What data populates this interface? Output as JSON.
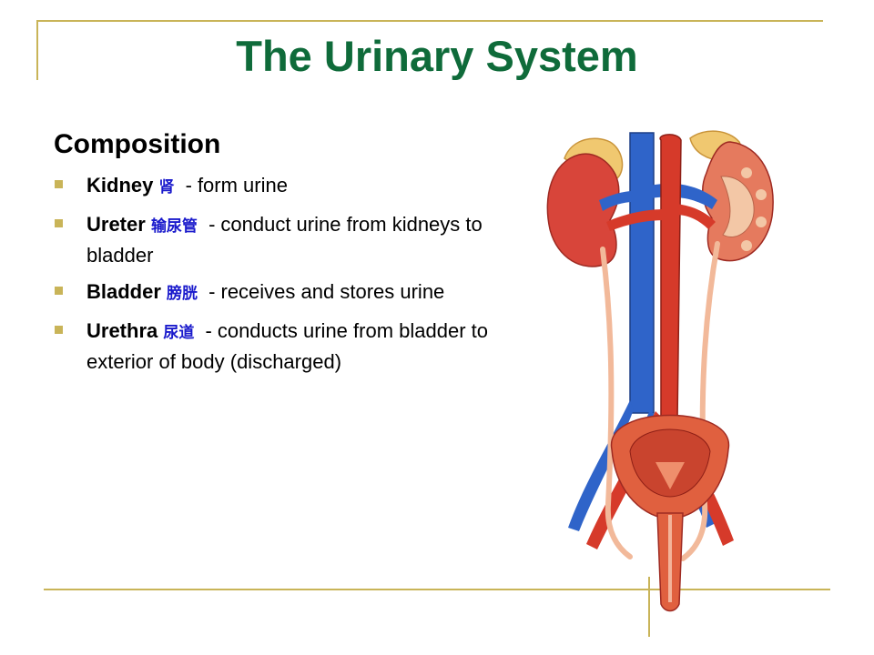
{
  "slide": {
    "title": "The Urinary System",
    "section_heading": "Composition",
    "items": [
      {
        "term": "Kidney",
        "chinese": "肾",
        "separator": "-",
        "description": "form urine"
      },
      {
        "term": "Ureter",
        "chinese": "输尿管",
        "separator": "-",
        "description": "conduct urine from kidneys to bladder"
      },
      {
        "term": "Bladder",
        "chinese": "膀胱",
        "separator": "-",
        "description": "receives and stores urine"
      },
      {
        "term": "Urethra",
        "chinese": "尿道",
        "separator": "-",
        "description": "conducts urine from bladder to exterior of body (discharged)"
      }
    ]
  },
  "colors": {
    "title": "#0f6b3a",
    "accent": "#c9b458",
    "chinese_text": "#1a1acc",
    "artery": "#d63a2a",
    "vein": "#2f64c9",
    "kidney": "#d8453a",
    "adrenal": "#f0c870",
    "bladder": "#e0603f"
  },
  "illustration": {
    "subject": "urinary-system-anatomy"
  }
}
